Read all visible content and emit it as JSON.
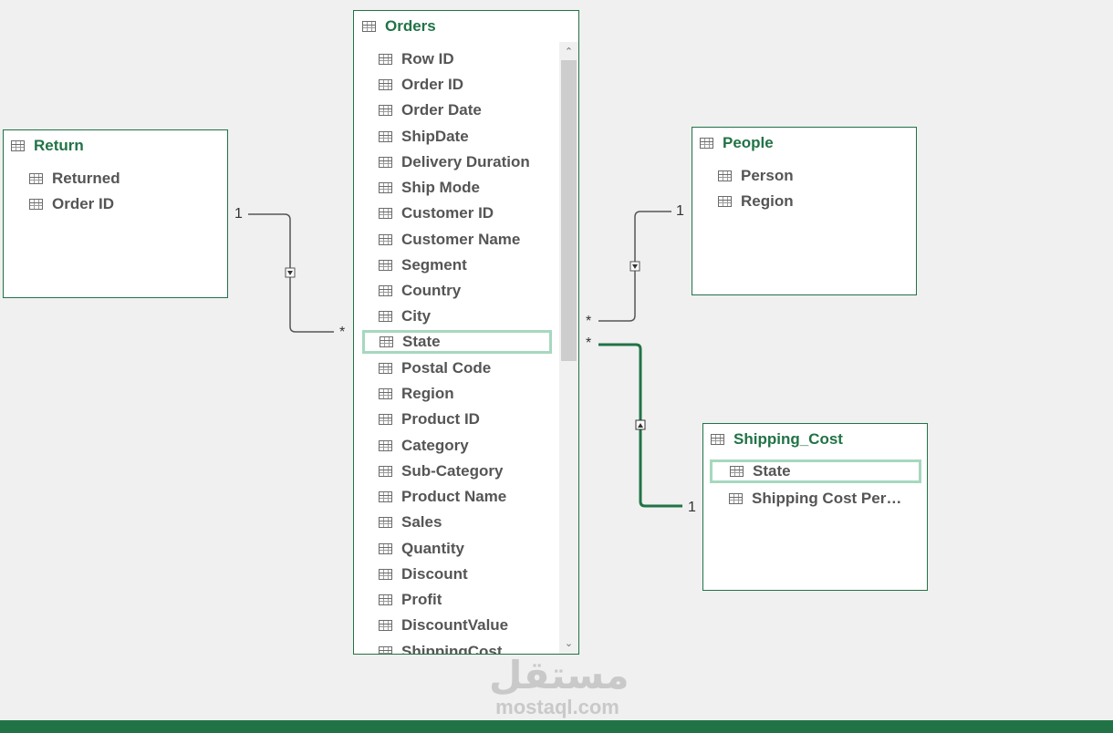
{
  "tables": {
    "return": {
      "title": "Return",
      "fields": [
        "Returned",
        "Order ID"
      ]
    },
    "orders": {
      "title": "Orders",
      "fields": [
        "Row ID",
        "Order ID",
        "Order Date",
        "ShipDate",
        "Delivery Duration",
        "Ship Mode",
        "Customer ID",
        "Customer Name",
        "Segment",
        "Country",
        "City",
        "State",
        "Postal Code",
        "Region",
        "Product ID",
        "Category",
        "Sub-Category",
        "Product Name",
        "Sales",
        "Quantity",
        "Discount",
        "Profit",
        "DiscountValue",
        "ShippingCost"
      ],
      "selected_field": "State"
    },
    "people": {
      "title": "People",
      "fields": [
        "Person",
        "Region"
      ]
    },
    "shipping_cost": {
      "title": "Shipping_Cost",
      "fields": [
        "State",
        "Shipping Cost Per…"
      ],
      "selected_field": "State"
    }
  },
  "relationships": [
    {
      "from": "Return",
      "from_card": "1",
      "to": "Orders",
      "to_card": "*"
    },
    {
      "from": "People",
      "from_card": "1",
      "to": "Orders",
      "to_card": "*"
    },
    {
      "from": "Shipping_Cost",
      "from_card": "1",
      "to": "Orders",
      "to_card": "*",
      "active_selected": true
    }
  ],
  "watermark": {
    "arabic": "مستقل",
    "latin": "mostaql.com"
  },
  "colors": {
    "accent": "#217346",
    "selection": "#a6d8bf",
    "background": "#f0f0f0"
  }
}
